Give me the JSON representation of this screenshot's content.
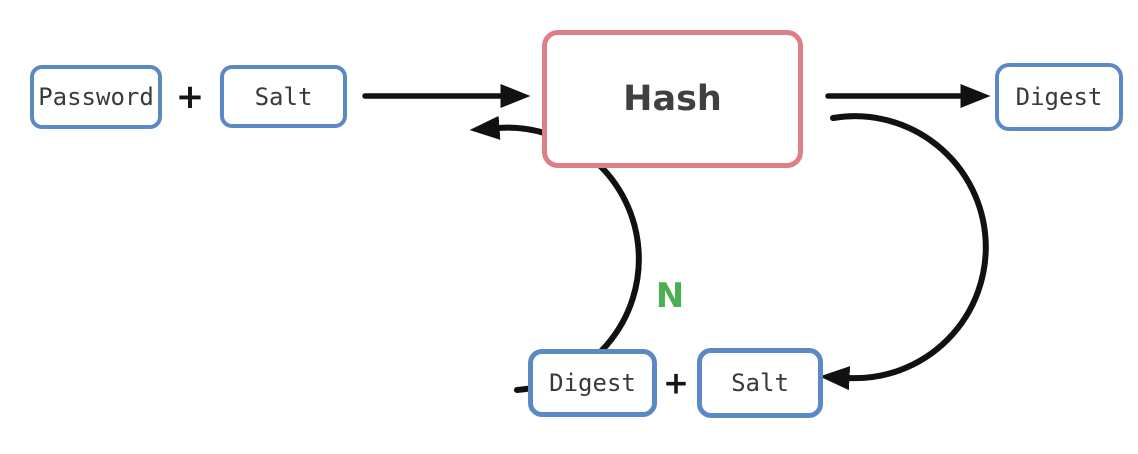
{
  "diagram": {
    "nodes": {
      "password": {
        "label": "Password"
      },
      "salt_input": {
        "label": "Salt"
      },
      "hash": {
        "label": "Hash"
      },
      "digest_output": {
        "label": "Digest"
      },
      "digest_feedback": {
        "label": "Digest"
      },
      "salt_feedback": {
        "label": "Salt"
      }
    },
    "operators": {
      "plus_input": "+",
      "plus_feedback": "+"
    },
    "iteration_label": "N",
    "colors": {
      "node_border": "#5b89c4",
      "hash_border": "#de7f88",
      "arrow": "#111111",
      "iteration_green": "#4caf50",
      "label_text": "#3a3a3a",
      "background": "#ffffff"
    }
  }
}
